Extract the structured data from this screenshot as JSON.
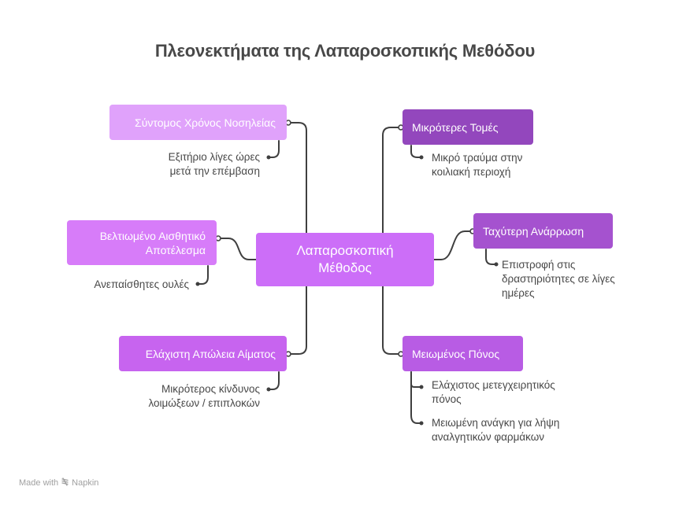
{
  "title": "Πλεονεκτήματα της Λαπαροσκοπικής Μεθόδου",
  "center": {
    "line1": "Λαπαροσκοπική",
    "line2": "Μέθοδος",
    "color": "#cc6ef8"
  },
  "branches": {
    "short_stay": {
      "label": "Σύντομος Χρόνος Νοσηλείας",
      "color": "#e0a2fb",
      "details": [
        {
          "line1": "Εξιτήριο λίγες ώρες",
          "line2": "μετά την επέμβαση"
        }
      ]
    },
    "aesthetic": {
      "label_line1": "Βελτιωμένο Αισθητικό",
      "label_line2": "Αποτέλεσμα",
      "color": "#d77cf9",
      "details": [
        {
          "line1": "Ανεπαίσθητες ουλές"
        }
      ]
    },
    "blood_loss": {
      "label": "Ελάχιστη Απώλεια Αίματος",
      "color": "#c764ef",
      "details": [
        {
          "line1": "Μικρότερος κίνδυνος",
          "line2": "λοιμώξεων / επιπλοκών"
        }
      ]
    },
    "small_incisions": {
      "label": "Μικρότερες Τομές",
      "color": "#9347bd",
      "details": [
        {
          "line1": "Μικρό τραύμα στην",
          "line2": "κοιλιακή περιοχή"
        }
      ]
    },
    "fast_recovery": {
      "label": "Ταχύτερη Ανάρρωση",
      "color": "#a552cf",
      "details": [
        {
          "line1": "Επιστροφή στις",
          "line2": "δραστηριότητες σε λίγες",
          "line3": "ημέρες"
        }
      ]
    },
    "less_pain": {
      "label": "Μειωμένος Πόνος",
      "color": "#b85ce4",
      "details": [
        {
          "line1": "Ελάχιστος μετεγχειρητικός",
          "line2": "πόνος"
        },
        {
          "line1": "Μειωμένη ανάγκη για λήψη",
          "line2": "αναλγητικών φαρμάκων"
        }
      ]
    }
  },
  "footer": {
    "made_with": "Made with",
    "brand": "Napkin",
    "logo_icon": "napkin-logo-icon"
  }
}
